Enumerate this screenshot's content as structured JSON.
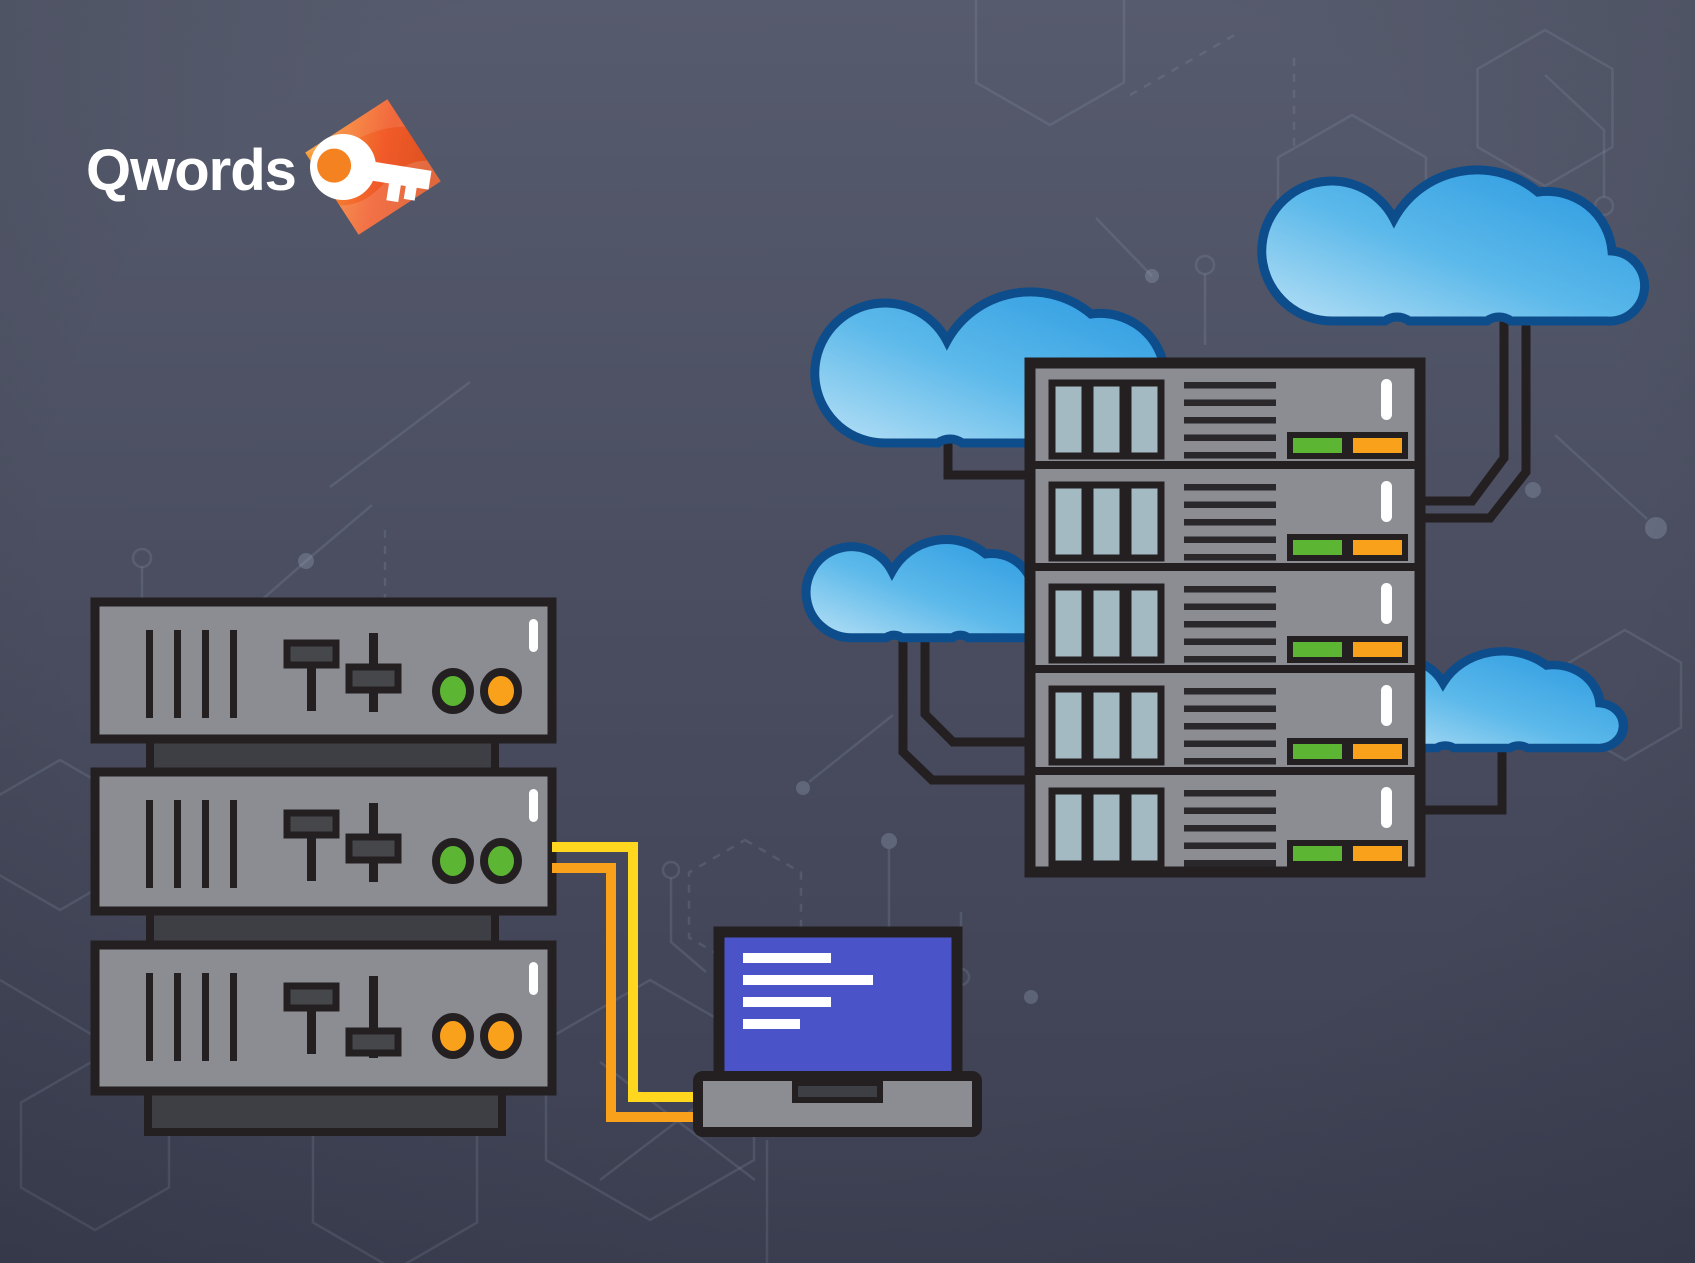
{
  "logo": {
    "brand": "Qwords",
    "icon": "key-diamond-icon"
  },
  "illustration": {
    "description": "On-premise server stack linked by cables to a laptop, and a cloud-connected server rack",
    "left_server_stack": {
      "servers": [
        {
          "name": "server-1",
          "slits": 4,
          "sliders": [
            "knob-top",
            "knob-middle"
          ],
          "leds": [
            "green",
            "orange"
          ]
        },
        {
          "name": "server-2",
          "slits": 4,
          "sliders": [
            "knob-top",
            "knob-middle"
          ],
          "leds": [
            "green",
            "green"
          ]
        },
        {
          "name": "server-3",
          "slits": 4,
          "sliders": [
            "knob-top",
            "knob-bottom"
          ],
          "leds": [
            "orange",
            "orange"
          ]
        }
      ]
    },
    "laptop": {
      "screen_lines": 4,
      "screen_color": "blue"
    },
    "cables_to_laptop": [
      "yellow",
      "orange"
    ],
    "right_server_rack": {
      "units": 5,
      "unit_features": {
        "trays": 3,
        "vent_lines": 5,
        "led_bars": [
          "green",
          "orange"
        ],
        "power_pill": "white"
      }
    },
    "clouds": [
      {
        "name": "cloud-top-right",
        "links_to": "rack-unit-2"
      },
      {
        "name": "cloud-upper-middle",
        "links_to": "rack-unit-2"
      },
      {
        "name": "cloud-mid-left",
        "links_to": "rack-units-4-5"
      },
      {
        "name": "cloud-right",
        "links_to": "rack-unit-5"
      }
    ]
  },
  "colors": {
    "background_top": "#565b6d",
    "background_bottom": "#3c4052",
    "server_gray": "#8b8d92",
    "panel_dark": "#3e3f44",
    "outline": "#241f21",
    "led_green": "#5cb533",
    "led_orange": "#f9a11b",
    "tray_blue": "#a3bac2",
    "cloud_blue": "#2797e0",
    "cloud_blue_light": "#b9e1f6",
    "cloud_outline": "#0d4d8c",
    "cable_yellow": "#ffd71e",
    "cable_orange": "#f9a11b",
    "laptop_screen_blue": "#4a54c8",
    "logo_orange": "#f15a29",
    "white": "#ffffff"
  }
}
